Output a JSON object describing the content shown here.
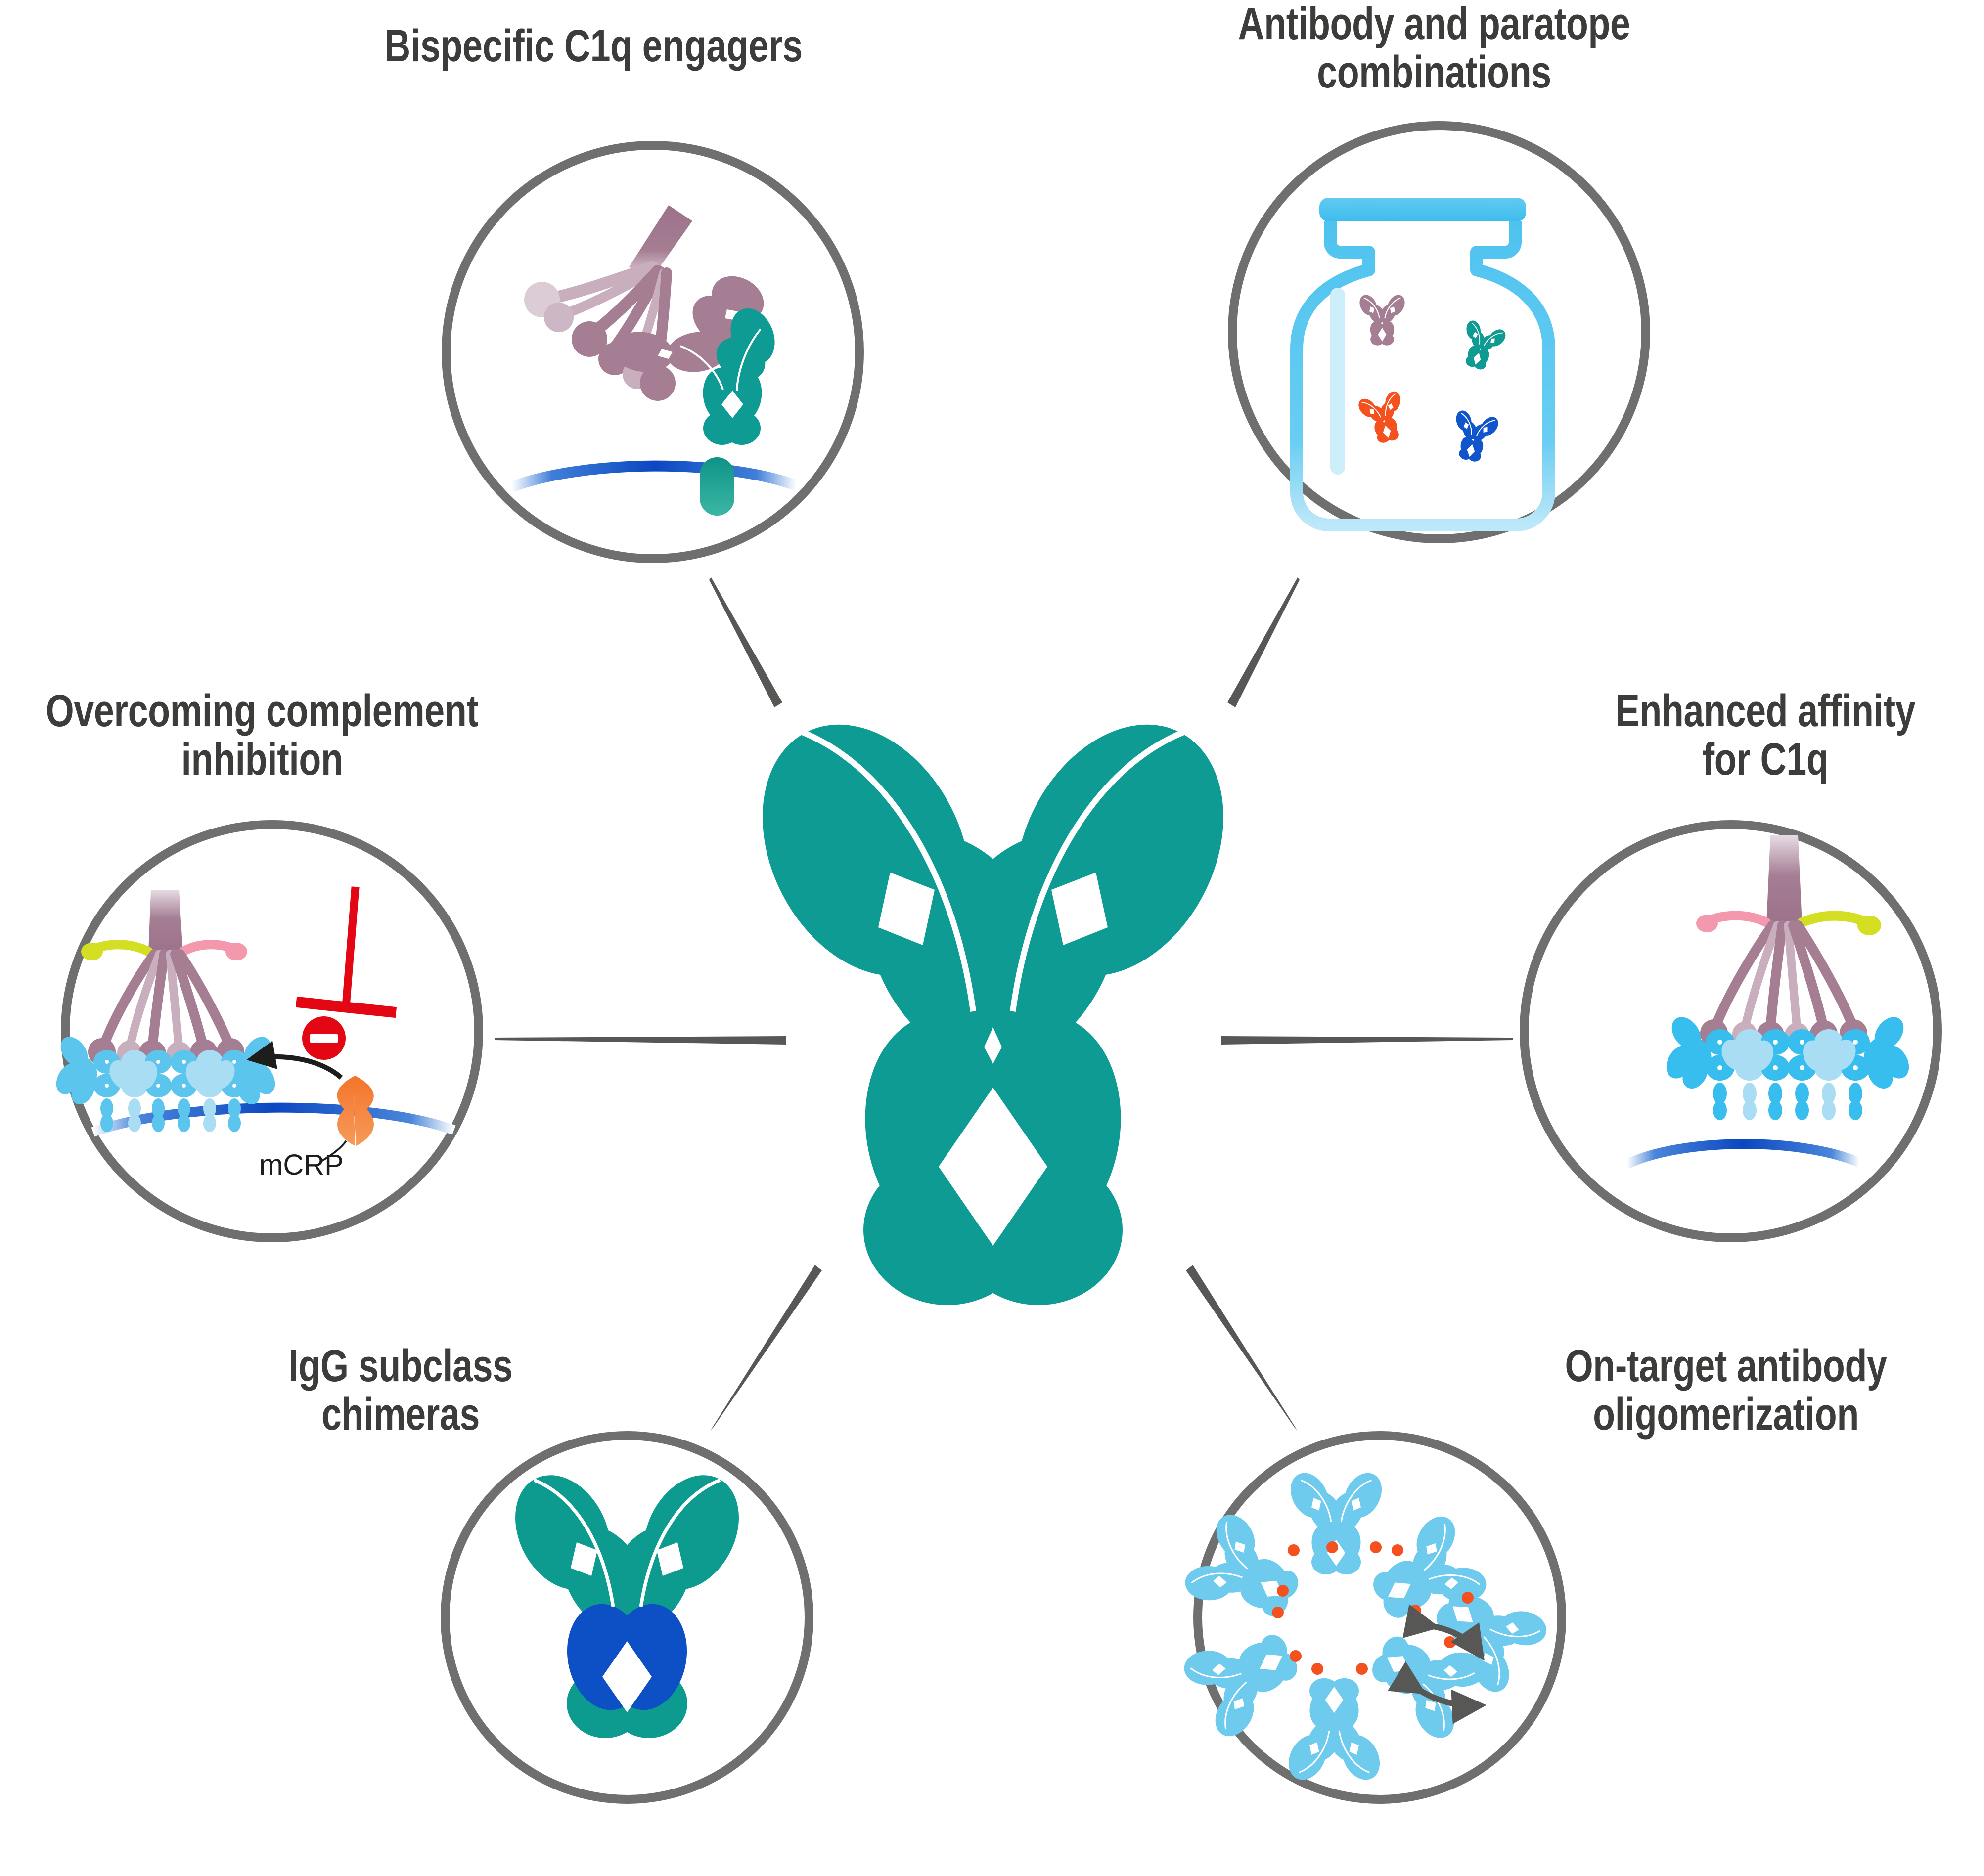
{
  "figure": {
    "type": "radial-concept-diagram",
    "center_subject": "IgG antibody",
    "panel_count": 6
  },
  "colors": {
    "teal": "#0d9b93",
    "teal_dark": "#0e9387",
    "mauve": "#a57e94",
    "mauve_light": "#c9aebe",
    "light_blue": "#5bc5ee",
    "pale_blue": "#a9ddf4",
    "membrane_blue": "#1254c8",
    "royal_blue": "#0d4fc4",
    "orange": "#f4742a",
    "red": "#e30613",
    "yellow_green": "#d4de22",
    "pink": "#f498ae",
    "circle_stroke": "#706f6f",
    "connector": "#575756",
    "title_text": "#3c3c3b",
    "jar_blue": "#4ec3ef",
    "background": "#ffffff"
  },
  "panels": [
    {
      "id": "bispecific-c1q-engagers",
      "title": "Bispecific C1q engagers",
      "position": "top-left",
      "contents": [
        "C1q bouquet molecule",
        "bispecific antibody",
        "cell membrane",
        "antigen"
      ]
    },
    {
      "id": "antibody-paratope-combinations",
      "title": "Antibody and paratope\ncombinations",
      "position": "top-right",
      "contents": [
        "jar",
        "mauve antibody",
        "teal antibody",
        "orange antibody",
        "blue antibody"
      ]
    },
    {
      "id": "overcoming-complement-inhibition",
      "title": "Overcoming complement\ninhibition",
      "position": "left",
      "contents": [
        "C1q bouquet",
        "antibody hexamer",
        "cell membrane",
        "inhibition bar",
        "minus sign",
        "mCRP",
        "arrow"
      ],
      "annotation": "mCRP"
    },
    {
      "id": "enhanced-affinity-for-c1q",
      "title": "Enhanced affinity\nfor C1q",
      "position": "right",
      "contents": [
        "C1q bouquet",
        "antibody hexamer",
        "cell membrane"
      ]
    },
    {
      "id": "igg-subclass-chimeras",
      "title": "IgG subclass\nchimeras",
      "position": "bottom-left",
      "contents": [
        "teal IgG with blue CH2 domains"
      ]
    },
    {
      "id": "on-target-antibody-oligomerization",
      "title": "On-target antibody\noligomerization",
      "position": "bottom-right",
      "contents": [
        "antibody hexamer ring",
        "free antibody monomer",
        "equilibrium arrows",
        "orange mutation dots"
      ]
    }
  ]
}
